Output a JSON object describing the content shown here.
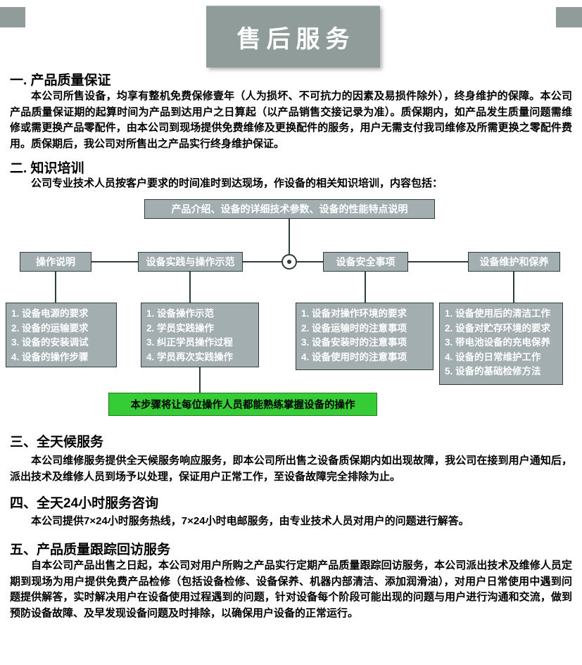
{
  "page_title": "售后服务",
  "sections": {
    "s1": {
      "heading": "一. 产品质量保证",
      "body": "本公司所售设备，均享有整机免费保修壹年（人为损坏、不可抗力的因素及易损件除外），终身维护的保障。本公司产品质量保证期的起算时间为产品到达用户之日算起（以产品销售交接记录为准）。质保期内，如产品发生质量问题需维修或需更换产品零配件，由本公司到现场提供免费维修及更换配件的服务，用户无需支付我司维修及所需更换之零配件费用。质保期后，我公司对所售出之产品实行终身维护保证。"
    },
    "s2": {
      "heading": "二. 知识培训",
      "intro": "公司专业技术人员按客户要求的时间准时到达现场，作设备的相关知识培训，内容包括："
    },
    "s3": {
      "heading": "三、全天候服务",
      "body": "本公司维修服务提供全天候服务响应服务，即本公司所出售之设备质保期内如出现故障，我公司在接到用户通知后，派出技术及维修人员到场予以处理，保证用户正常工作，至设备故障完全排除为止。"
    },
    "s4": {
      "heading": "四、全天24小时服务咨询",
      "body": "本公司提供7×24小时服务热线，7×24小时电邮服务，由专业技术人员对用户的问题进行解答。"
    },
    "s5": {
      "heading": "五、产品质量跟踪回访服务",
      "body": "自本公司产品出售之日起，本公司对用户所购之产品实行定期产品质量跟踪回访服务，本公司派出技术及维修人员定期到现场为用户提供免费产品检修（包括设备检修、设备保养、机器内部清洁、添加润滑油），对用户日常使用中遇到问题提供解答，实时解决用户在设备使用过程遇到的问题，针对设备每个阶段可能出现的问题与用户进行沟通和交流，做到预防设备故障、及早发现设备问题及时排除，以确保用户设备的正常运行。"
    }
  },
  "flowchart": {
    "root": "产品介绍、设备的详细技术参数、设备的性能特点说明",
    "branches": [
      {
        "title": "操作说明",
        "items": [
          "1. 设备电源的要求",
          "2. 设备的运输要求",
          "3. 设备的安装调试",
          "4. 设备的操作步骤"
        ]
      },
      {
        "title": "设备实践与操作示范",
        "items": [
          "1. 设备操作示范",
          "2. 学员实践操作",
          "3. 纠正学员操作过程",
          "4. 学员再次实践操作"
        ]
      },
      {
        "title": "设备安全事项",
        "items": [
          "1. 设备对操作环境的要求",
          "2. 设备运输时的注意事项",
          "3. 设备安装时的注意事项",
          "4. 设备使用时的注意事项"
        ]
      },
      {
        "title": "设备维护和保养",
        "items": [
          "1. 设备使用后的清洁工作",
          "2. 设备对贮存环境的要求",
          "3. 带电池设备的充电保养",
          "4. 设备的日常维护工作",
          "5. 设备的基础检修方法"
        ]
      }
    ],
    "note": "本步骤将让每位操作人员都能熟练掌握设备的操作"
  },
  "colors": {
    "header_gray": "#8f9c99",
    "box_gray": "#a3aeb1",
    "box_border": "#2e3b3b",
    "line": "#2e3b3b",
    "note_green": "#35cc35",
    "note_border": "#1d7a1d"
  }
}
